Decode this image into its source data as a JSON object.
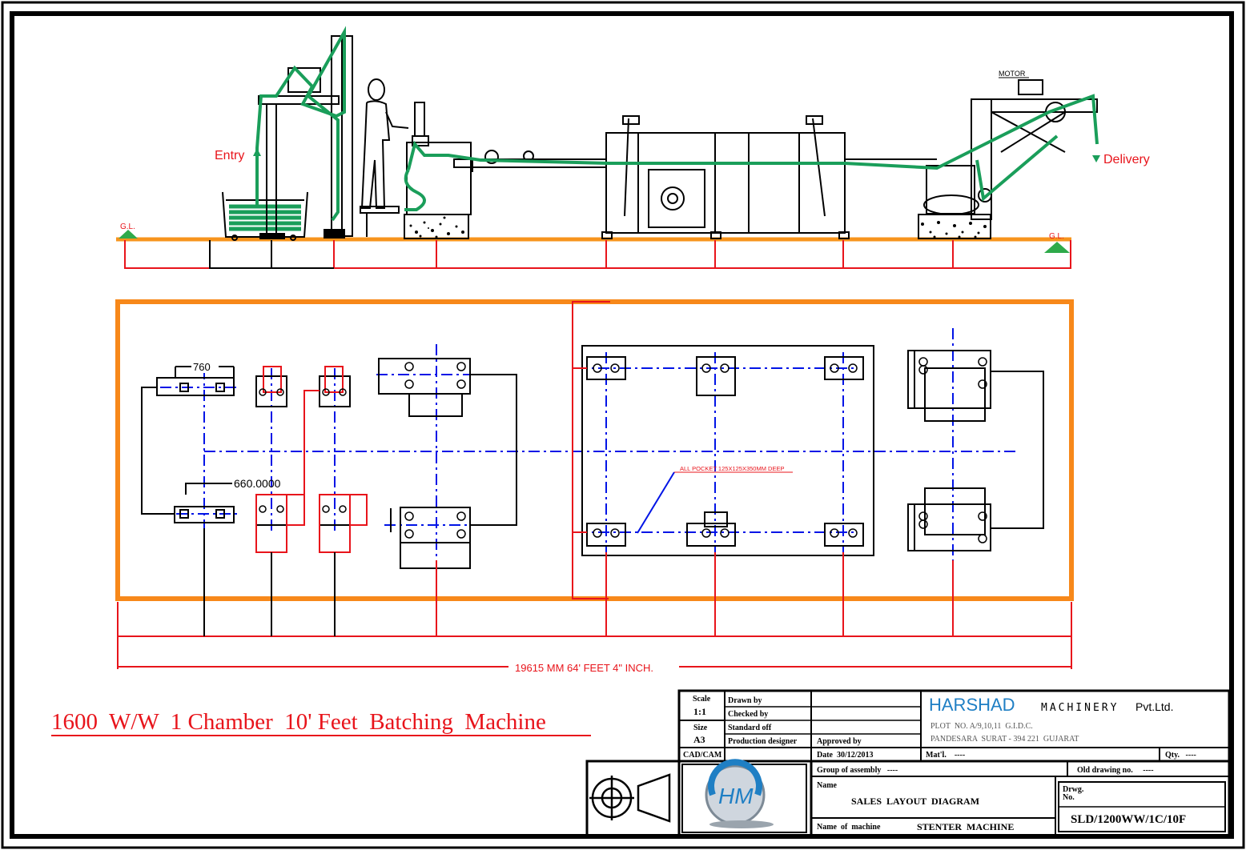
{
  "side_view": {
    "entry_label": "Entry",
    "delivery_label": "Delivery",
    "motor_label": "MOTOR",
    "ground_label_left": "G.L.",
    "ground_label_right": "G.L."
  },
  "plan_view": {
    "dim_760": "760",
    "dim_660": "660.0000",
    "pocket_note": "ALL POCKET 125X125X350MM DEEP",
    "overall_length": "19615 MM 64' FEET 4\" INCH."
  },
  "drawing_title": "1600  W/W  1 Chamber  10' Feet  Batching  Machine",
  "title_block": {
    "scale_label": "Scale",
    "scale_value": "1:1",
    "size_label": "Size",
    "size_value": "A3",
    "cadcam_label": "CAD/CAM",
    "drawn_by": "Drawn by",
    "checked_by": "Checked by",
    "standard_off": "Standard off",
    "production_designer": "Production designer",
    "approved_by": "Approved by",
    "date": "Date  30/12/2013",
    "mat": "Mat'l.    ----",
    "qty": "Qty.   ----",
    "company_name": "HARSHAD",
    "company_name2": "MACHINERY",
    "company_suffix": "Pvt.Ltd.",
    "address1": "PLOT  NO. A/9,10,11  G.I.D.C.",
    "address2": "PANDESARA  SURAT - 394 221  GUJARAT",
    "group_of_assembly": "Group of assembly   ----",
    "old_drawing": "Old drawing no.     ----",
    "name_label": "Name",
    "name_value": "SALES  LAYOUT  DIAGRAM",
    "drwg_label": "Drwg.",
    "no_label": "No.",
    "drawing_no": "SLD/1200WW/1C/10F",
    "machine_label": "Name  of  machine",
    "machine_value": "STENTER  MACHINE",
    "logo_text": "HM"
  },
  "colors": {
    "floor": "#f7941d",
    "plan_border": "#f7881a",
    "dimension": "#e8141b",
    "centerline": "#0014e6",
    "fabric_path": "#1a9e5a",
    "ink": "#000000",
    "company": "#1f7fc4",
    "ground_marker": "#2eaa4a"
  }
}
